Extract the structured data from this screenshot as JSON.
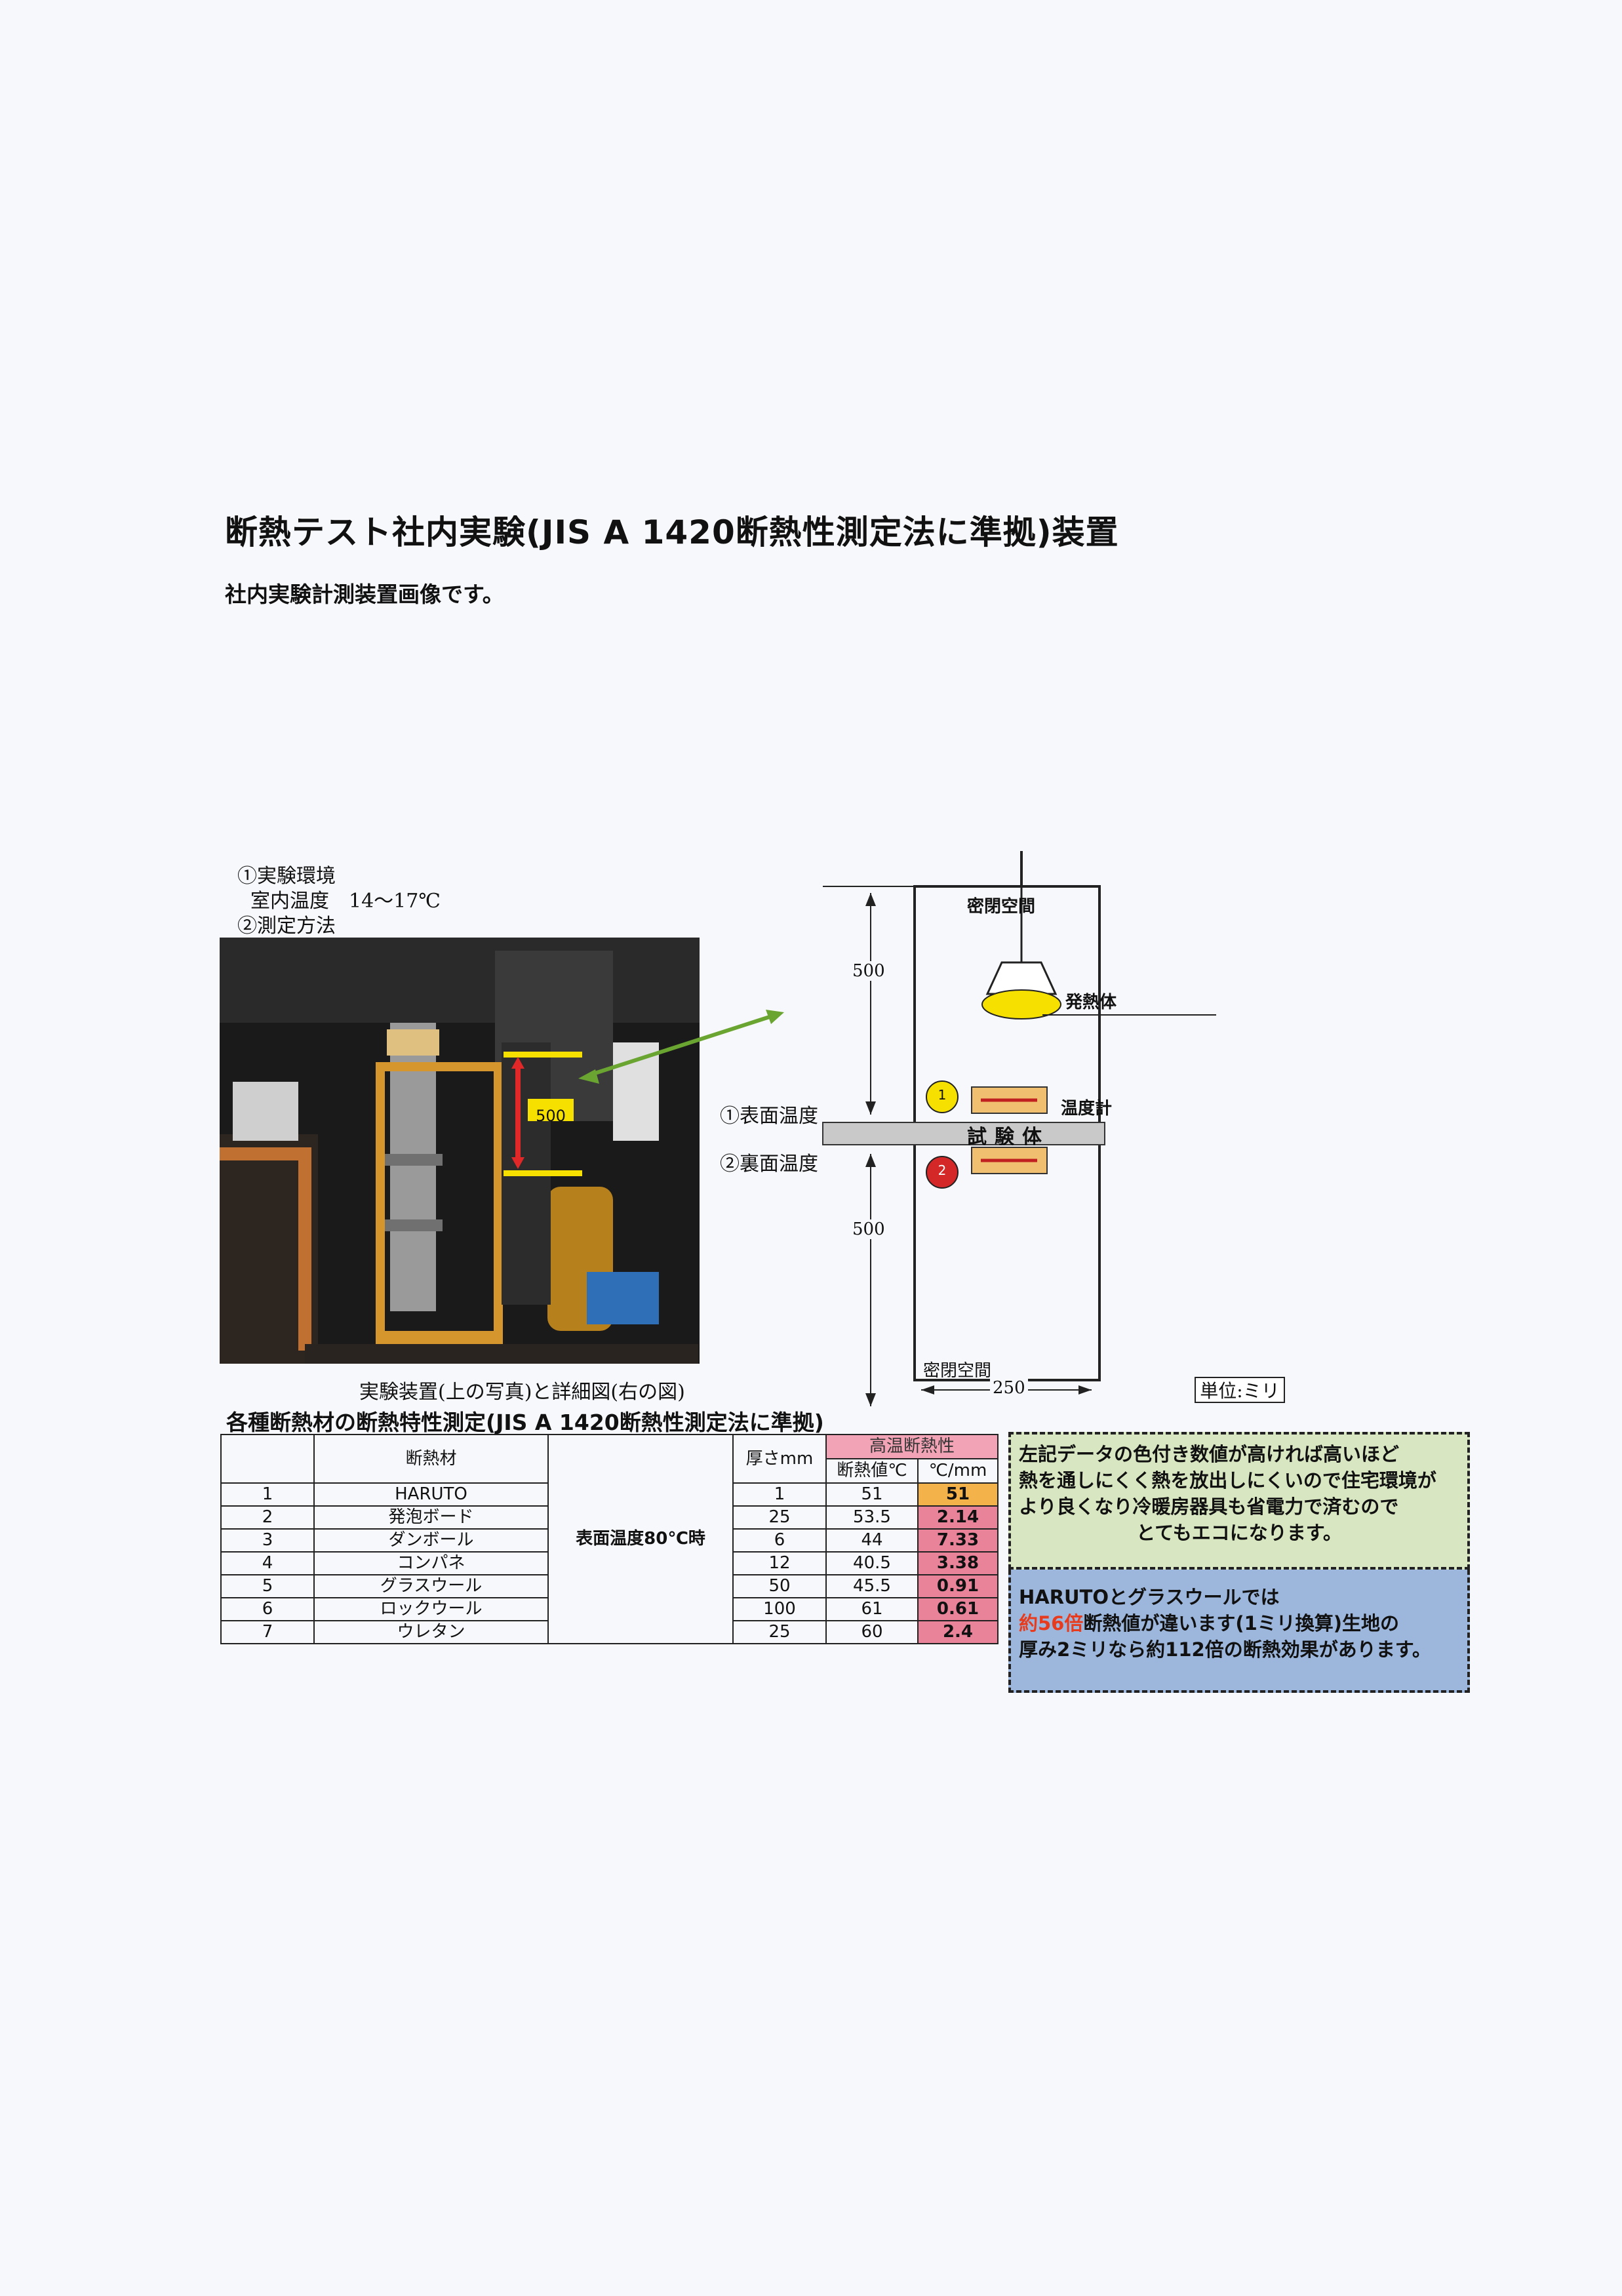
{
  "header": {
    "title": "断熱テスト社内実験(JIS A 1420断熱性測定法に準拠)装置",
    "subtitle": "社内実験計測装置画像です。"
  },
  "experiment": {
    "env_heading": "①実験環境",
    "room_temp": "室内温度　14～17℃",
    "method_heading": "②測定方法",
    "photo_label": "500",
    "photo_caption": "実験装置(上の写真)と詳細図(右の図)"
  },
  "diagram": {
    "top_space": "密閉空間",
    "heater": "発熱体",
    "thermometer": "温度計",
    "specimen": "試験体",
    "surface_temp": "①表面温度",
    "back_temp": "②裏面温度",
    "dim_top": "500",
    "dim_bottom": "500",
    "bottom_space": "密閉空間",
    "width": "250",
    "unit": "単位:ミリ",
    "marker1": "1",
    "marker2": "2"
  },
  "table": {
    "title": "各種断熱材の断熱特性測定(JIS A 1420断熱性測定法に準拠)",
    "col_material": "断熱材",
    "col_thickness": "厚さmm",
    "col_high_temp": "高温断熱性",
    "col_value": "断熱値℃",
    "col_per_mm": "℃/mm",
    "condition": "表面温度80℃時",
    "rows": [
      {
        "no": "1",
        "material": "HARUTO",
        "thickness": "1",
        "value": "51",
        "per_mm": "51"
      },
      {
        "no": "2",
        "material": "発泡ボード",
        "thickness": "25",
        "value": "53.5",
        "per_mm": "2.14"
      },
      {
        "no": "3",
        "material": "ダンボール",
        "thickness": "6",
        "value": "44",
        "per_mm": "7.33"
      },
      {
        "no": "4",
        "material": "コンパネ",
        "thickness": "12",
        "value": "40.5",
        "per_mm": "3.38"
      },
      {
        "no": "5",
        "material": "グラスウール",
        "thickness": "50",
        "value": "45.5",
        "per_mm": "0.91"
      },
      {
        "no": "6",
        "material": "ロックウール",
        "thickness": "100",
        "value": "61",
        "per_mm": "0.61"
      },
      {
        "no": "7",
        "material": "ウレタン",
        "thickness": "25",
        "value": "60",
        "per_mm": "2.4"
      }
    ]
  },
  "notes": {
    "note1_line1": "左記データの色付き数値が高ければ高いほど",
    "note1_line2": "熱を通しにくく熱を放出しにくいので住宅環境が",
    "note1_line3": "より良くなり冷暖房器具も省電力で済むので",
    "note1_line4": "とてもエコになります。",
    "note2_line1": "HARUTOとグラスウールでは",
    "note2_highlight": "約56倍",
    "note2_line2_rest": "断熱値が違います(1ミリ換算)生地の",
    "note2_line3": "厚み2ミリなら約112倍の断熱効果があります。"
  },
  "colors": {
    "yellow": "#f5e000",
    "pink": "#e8839a",
    "orange": "#f4b24a",
    "green_note": "#d8e7c2",
    "blue_note": "#9cb6dc",
    "arrow": "#6aa531"
  }
}
